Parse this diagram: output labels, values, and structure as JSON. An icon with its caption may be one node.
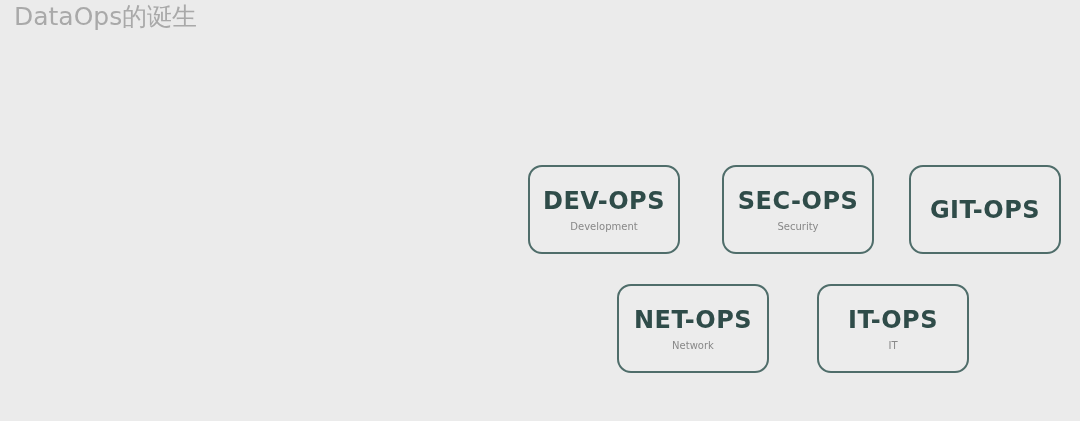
{
  "diagram": {
    "title": "DataOps的诞生",
    "nodes": [
      {
        "text": [
          "DEV-OPS",
          "Development"
        ]
      },
      {
        "text": [
          "SEC-OPS",
          "Security"
        ]
      },
      {
        "text": [
          "GIT-OPS"
        ]
      },
      {
        "text": [
          "NET-OPS",
          "Network"
        ]
      },
      {
        "text": [
          "IT-OPS",
          "IT"
        ]
      }
    ]
  }
}
